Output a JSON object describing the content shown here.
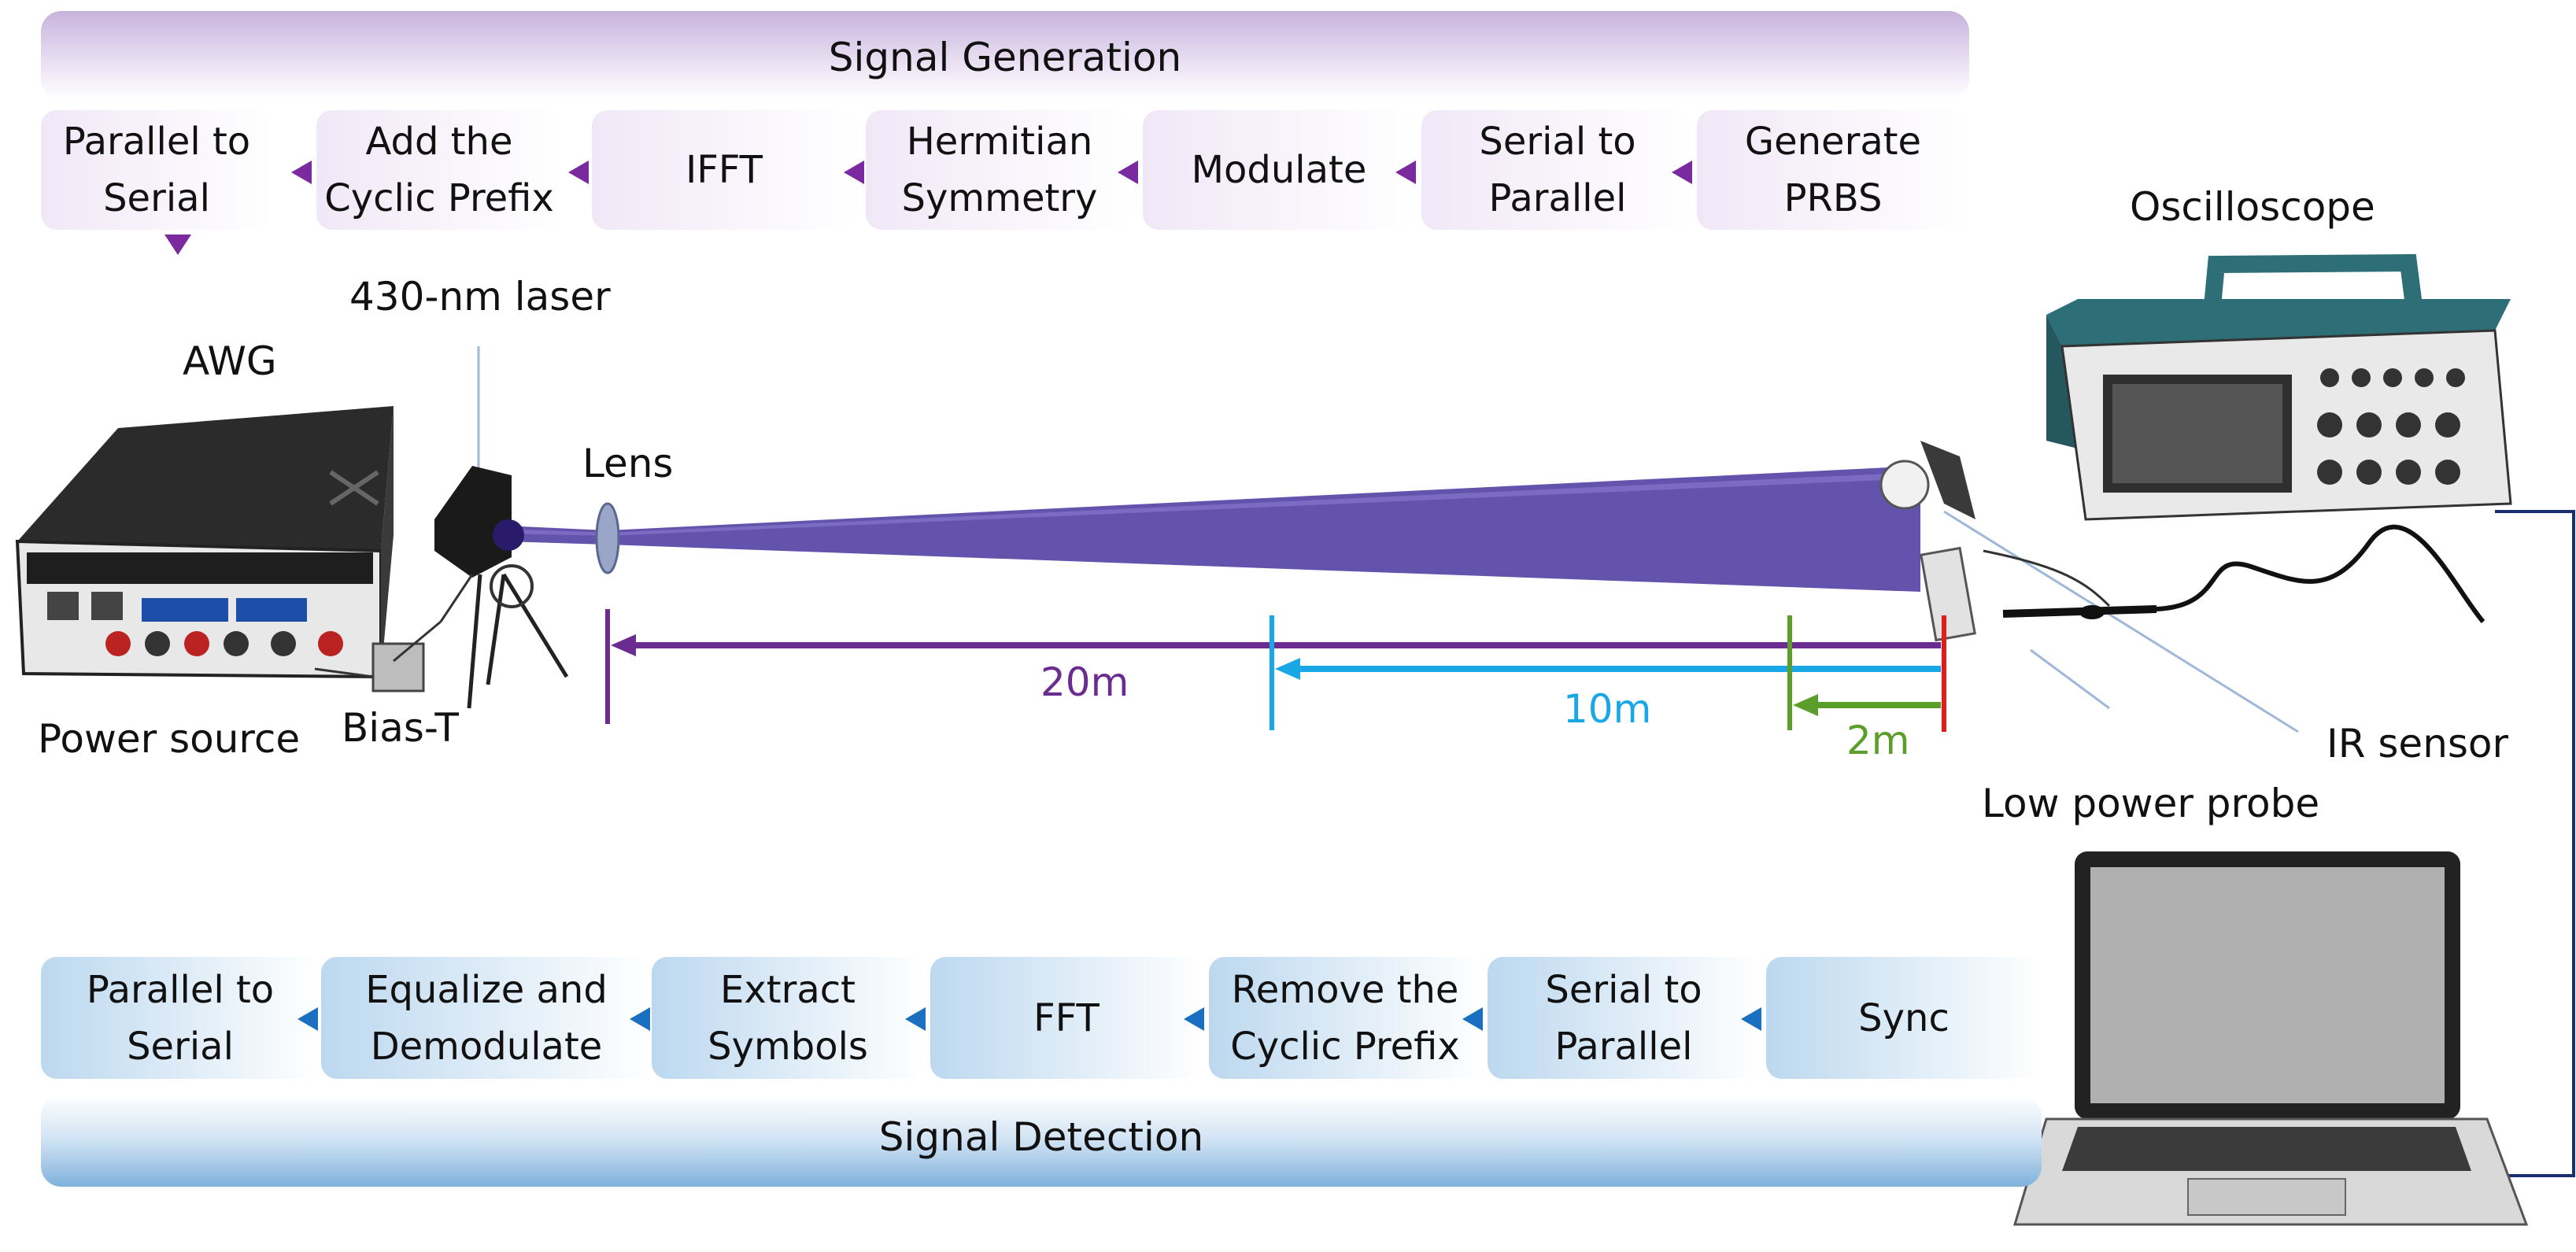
{
  "signal_generation": {
    "title": "Signal Generation",
    "steps": [
      "Parallel to\nSerial",
      "Add the\nCyclic Prefix",
      "IFFT",
      "Hermitian\nSymmetry",
      "Modulate",
      "Serial to\nParallel",
      "Generate\nPRBS"
    ]
  },
  "signal_detection": {
    "title": "Signal Detection",
    "steps": [
      "Parallel to\nSerial",
      "Equalize and\nDemodulate",
      "Extract\nSymbols",
      "FFT",
      "Remove the\nCyclic Prefix",
      "Serial to\nParallel",
      "Sync"
    ]
  },
  "labels": {
    "laser": "430-nm laser",
    "awg": "AWG",
    "lens": "Lens",
    "power_source": "Power source",
    "bias_t": "Bias-T",
    "oscilloscope": "Oscilloscope",
    "ir_sensor": "IR sensor",
    "low_power_probe": "Low power probe"
  },
  "distances": {
    "d20": "20m",
    "d10": "10m",
    "d2": "2m"
  },
  "colors": {
    "beam": "#5c4aa8",
    "d20": "#6b2c91",
    "d10": "#19a7e6",
    "d2": "#5b9e2a",
    "receiver_marker": "#e21b1b",
    "gen_arrow": "#7a2a9e",
    "det_arrow": "#1a6fc0",
    "oscilloscope_body": "#2e6f77"
  },
  "icons": [
    "awg-instrument-icon",
    "laser-head-icon",
    "lens-icon",
    "bias-t-icon",
    "oscilloscope-icon",
    "ir-sensor-icon",
    "probe-icon",
    "laptop-icon"
  ]
}
